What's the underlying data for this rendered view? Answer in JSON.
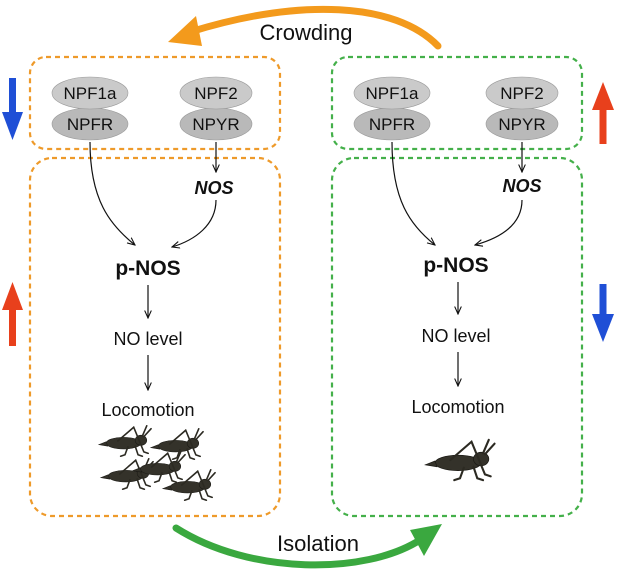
{
  "top_arrow": {
    "label": "Crowding",
    "color": "#f39a1c"
  },
  "bottom_arrow": {
    "label": "Isolation",
    "color": "#3aa83f"
  },
  "left_panel": {
    "color": "#ee9a2a",
    "receptors": [
      {
        "ligand": "NPF1a",
        "receptor": "NPFR"
      },
      {
        "ligand": "NPF2",
        "receptor": "NPYR"
      }
    ],
    "nos": "NOS",
    "pnos": "p-NOS",
    "no_level": "NO level",
    "locomotion": "Locomotion",
    "receptor_trend": "down",
    "pathway_trend": "up",
    "locust_count": 5
  },
  "right_panel": {
    "color": "#44b04a",
    "receptors": [
      {
        "ligand": "NPF1a",
        "receptor": "NPFR"
      },
      {
        "ligand": "NPF2",
        "receptor": "NPYR"
      }
    ],
    "nos": "NOS",
    "pnos": "p-NOS",
    "no_level": "NO level",
    "locomotion": "Locomotion",
    "receptor_trend": "up",
    "pathway_trend": "down",
    "locust_count": 1
  },
  "trend_colors": {
    "up": "#e8401c",
    "down": "#1f4fd6"
  }
}
